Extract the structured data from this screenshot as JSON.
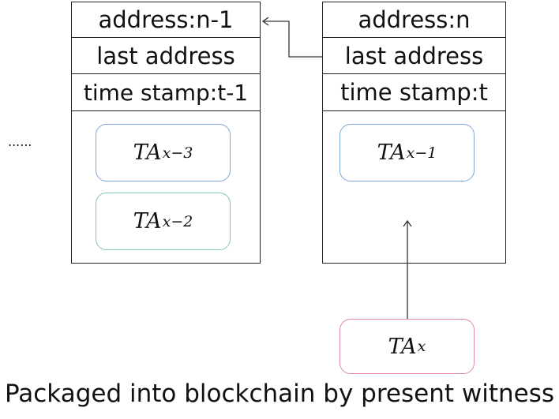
{
  "left_block": {
    "address": "address:n-1",
    "last_address": "last address",
    "time_stamp": "time stamp:t-1",
    "transactions": [
      {
        "base": "TA",
        "sub": "x−3"
      },
      {
        "base": "TA",
        "sub": "x−2"
      }
    ]
  },
  "right_block": {
    "address": "address:n",
    "last_address": "last address",
    "time_stamp": "time stamp:t",
    "transactions": [
      {
        "base": "TA",
        "sub": "x−1"
      }
    ]
  },
  "new_transaction": {
    "base": "TA",
    "sub": "x"
  },
  "ellipsis": "......",
  "caption": "Packaged into blockchain by present witness",
  "colors": {
    "border": "#222222",
    "tx_blue": "#7ea6d8",
    "tx_green": "#86c9a6",
    "tx_red": "#e2899a"
  }
}
